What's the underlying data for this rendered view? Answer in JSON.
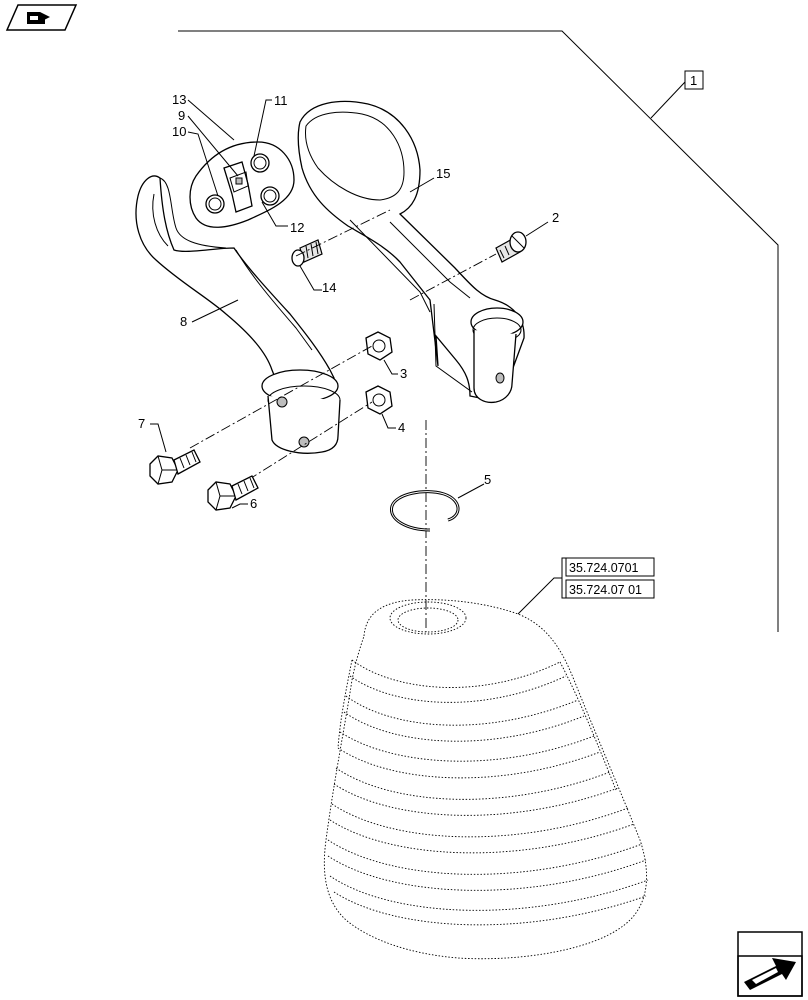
{
  "callouts": {
    "c1": "1",
    "c2": "2",
    "c3": "3",
    "c4": "4",
    "c5": "5",
    "c6": "6",
    "c7": "7",
    "c8": "8",
    "c9": "9",
    "c10": "10",
    "c11": "11",
    "c12": "12",
    "c13": "13",
    "c14": "14",
    "c15": "15"
  },
  "references": {
    "ref_a": "35.724.0701",
    "ref_b": "35.724.07 01"
  },
  "icons": {
    "top_left": "nav-back-icon",
    "bottom_right": "nav-next-icon"
  }
}
